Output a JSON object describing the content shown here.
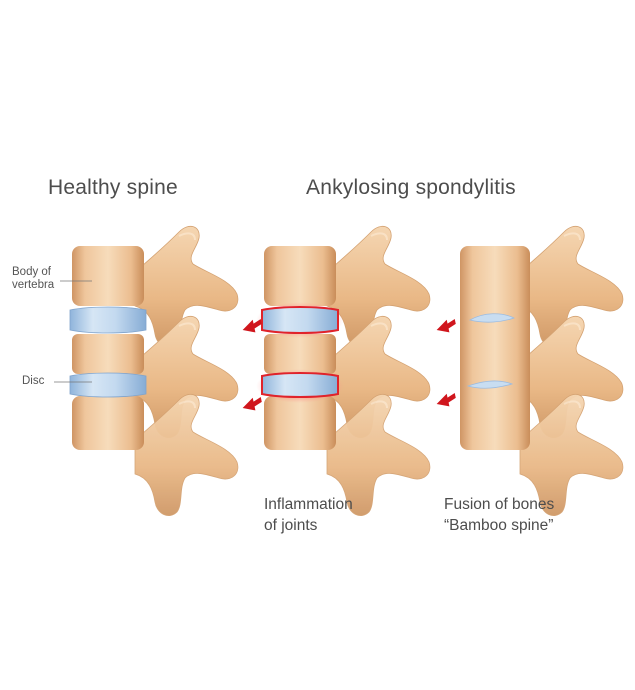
{
  "headings": {
    "healthy": "Healthy spine",
    "ankylosing": "Ankylosing spondylitis"
  },
  "labels": {
    "vertebra_line1": "Body of",
    "vertebra_line2": "vertebra",
    "disc": "Disc"
  },
  "captions": {
    "inflammation_line1": "Inflammation",
    "inflammation_line2": "of joints",
    "fusion_line1": "Fusion of bones",
    "fusion_line2": "“Bamboo spine”"
  },
  "colors": {
    "bone_light": "#f6d9b5",
    "bone_mid": "#e8b786",
    "bone_dark": "#c98d5a",
    "disc_light": "#dbe9f6",
    "disc_mid": "#a9c7e4",
    "inflammation": "#e0232b",
    "arrow": "#d0161d"
  }
}
